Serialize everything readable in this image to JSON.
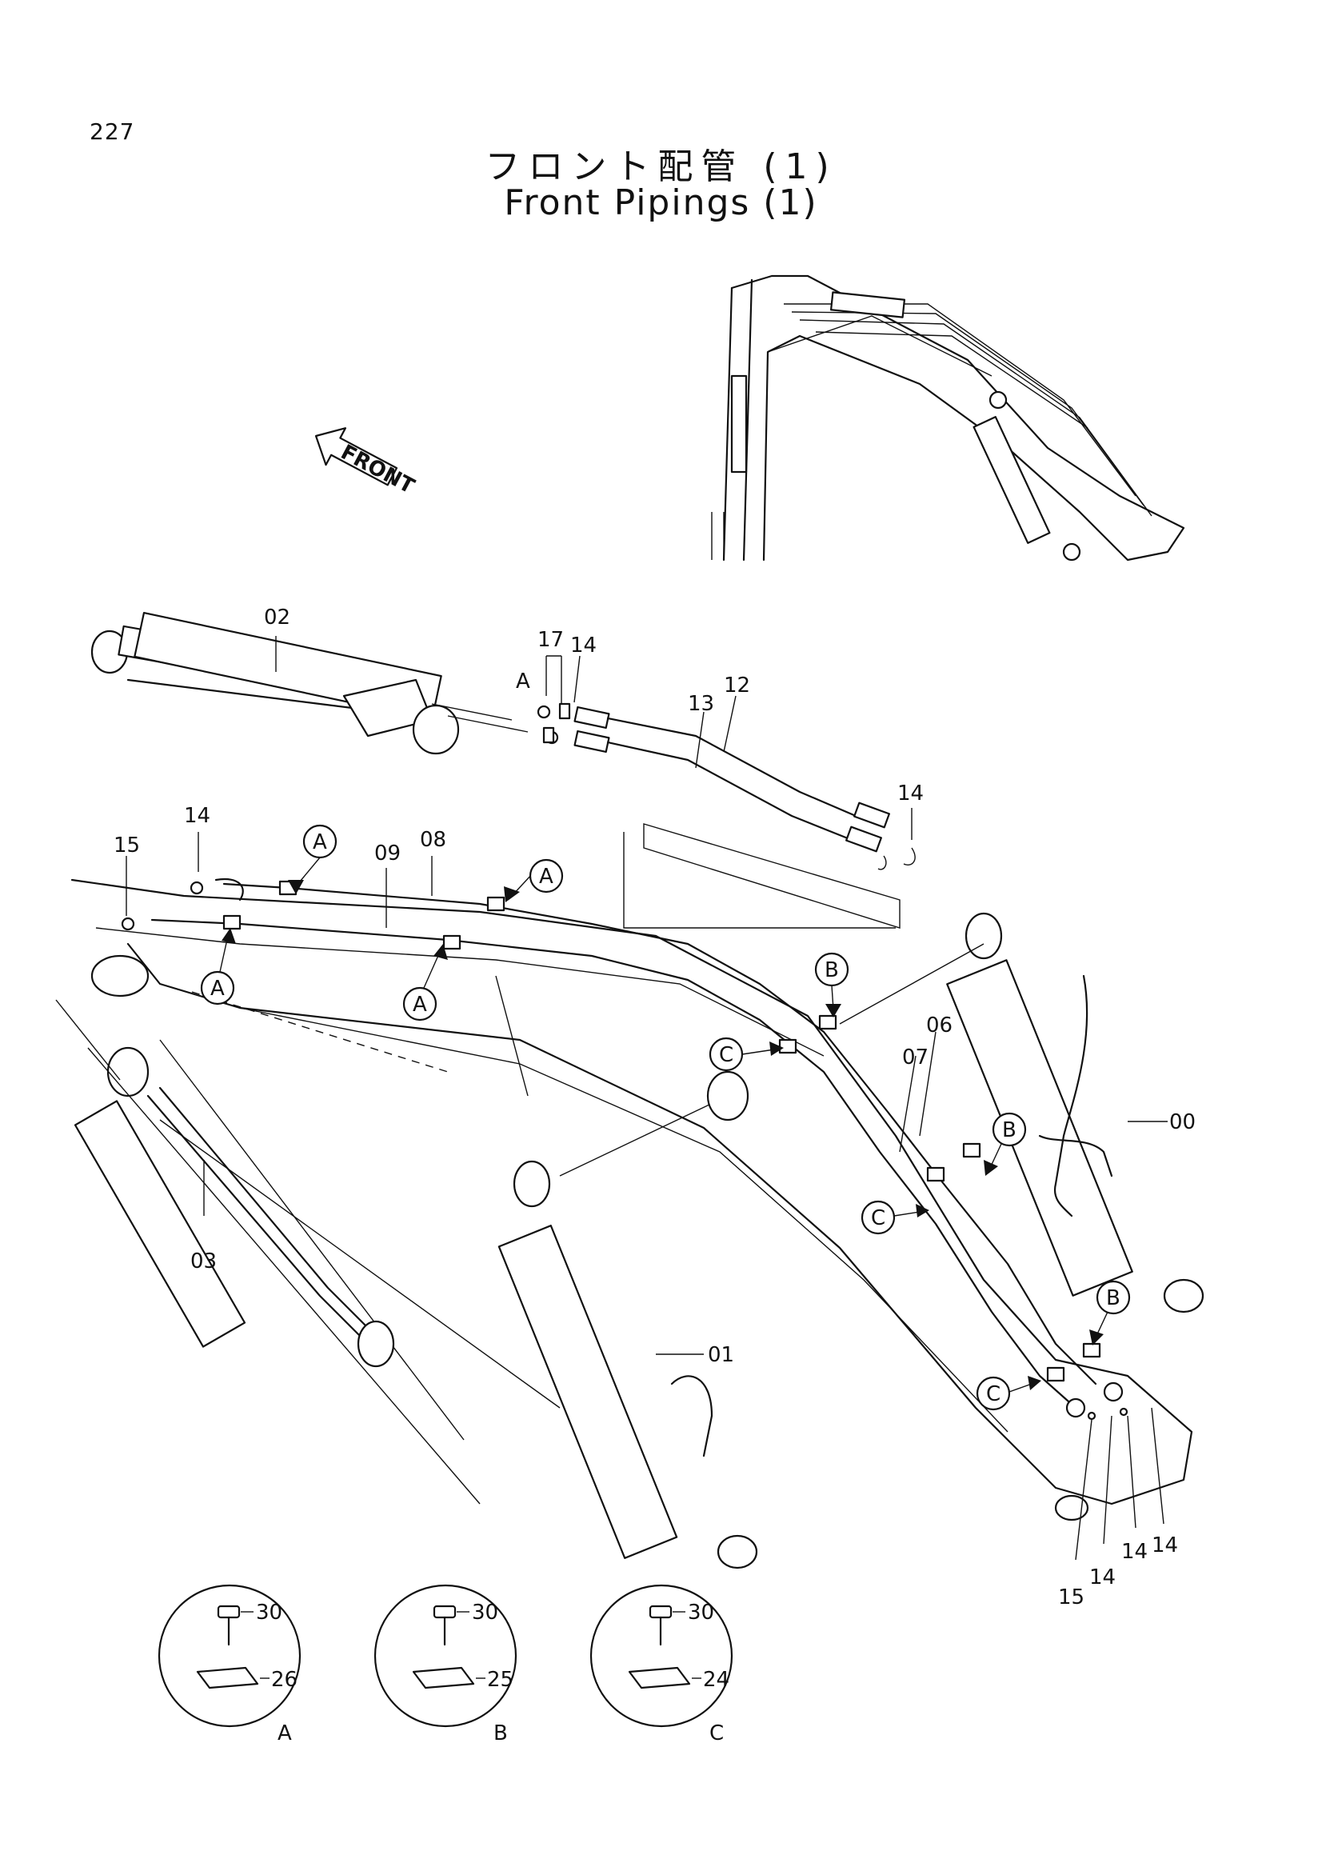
{
  "page_number": "227",
  "title_jp": "フロント配管 (1)",
  "title_en": "Front Pipings (1)",
  "direction_arrow": "FRONT",
  "part_labels": {
    "p00": "00",
    "p01": "01",
    "p02": "02",
    "p03": "03",
    "p06": "06",
    "p07": "07",
    "p08": "08",
    "p09": "09",
    "p12": "12",
    "p13": "13",
    "p14a": "14",
    "p14b": "14",
    "p14c": "14",
    "p14d": "14",
    "p14e": "14",
    "p15a": "15",
    "p15b": "15",
    "p17": "17"
  },
  "callouts": {
    "a1": "A",
    "a2": "A",
    "a3": "A",
    "a4": "A",
    "a5": "A",
    "b1": "B",
    "b2": "B",
    "b3": "B",
    "c1": "C",
    "c2": "C",
    "c3": "C"
  },
  "details": [
    {
      "letter": "A",
      "bolt": "30",
      "clamp": "26"
    },
    {
      "letter": "B",
      "bolt": "30",
      "clamp": "25"
    },
    {
      "letter": "C",
      "bolt": "30",
      "clamp": "24"
    }
  ]
}
